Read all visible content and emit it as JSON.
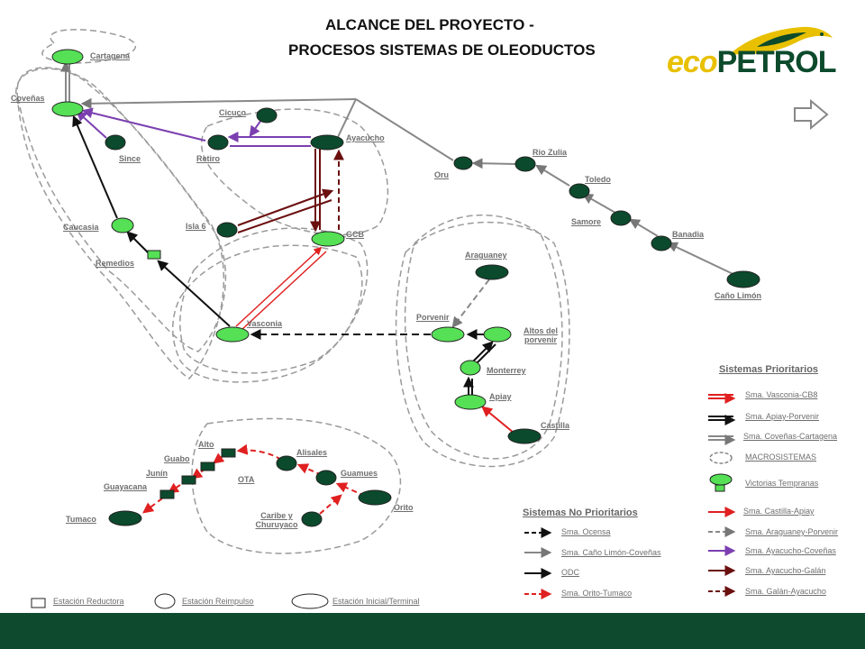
{
  "title": {
    "line1": "ALCANCE DEL PROYECTO -",
    "line2": "PROCESOS SISTEMAS DE OLEODUCTOS"
  },
  "logo": {
    "prefix": "eco",
    "suffix": "PETROL",
    "icon": "iguana-logo-icon"
  },
  "nav": {
    "icon": "next-arrow-icon"
  },
  "stations": {
    "cartagena": "Cartagena",
    "covenas": "Coveñas",
    "cicuco": "Cicuco",
    "ayacucho": "Ayacucho",
    "since": "Since",
    "retiro": "Retiro",
    "oru": "Oru",
    "rio_zulia": "Rio Zulia",
    "toledo": "Toledo",
    "samore": "Samore",
    "banadia": "Banadia",
    "cano_limon": "Caño Limón",
    "caucasia": "Caucasia",
    "isla6": "Isla 6",
    "gcb": "GCB",
    "remedios": "Remedios",
    "araguaney": "Araguaney",
    "porvenir": "Porvenir",
    "altos_porvenir": "Altos del porvenir",
    "vasconia": "Vasconia",
    "monterrey": "Monterrey",
    "apiay": "Apiay",
    "castilla": "Castilla",
    "alto": "Alto",
    "guabo": "Guabo",
    "alisales": "Alisales",
    "junin": "Junín",
    "ota": "OTA",
    "guamues": "Guamues",
    "guayacana": "Guayacana",
    "tumaco": "Tumaco",
    "caribe": "Caribe y Churuyaco",
    "orito": "Orito"
  },
  "legend_prioritarios": {
    "title": "Sistemas Prioritarios",
    "items": [
      {
        "label": "Sma. Vasconia-CB8",
        "color": "#e02020"
      },
      {
        "label": "Sma. Apiay-Porvenir",
        "color": "#111111"
      },
      {
        "label": "Sma. Coveñas-Cartagena",
        "color": "#888888"
      },
      {
        "label": "MACROSISTEMAS",
        "color": "#888888"
      },
      {
        "label": "Victorias Tempranas",
        "color": "#55e055"
      }
    ]
  },
  "legend_no_prioritarios": {
    "title": "Sistemas No Prioritarios",
    "left": [
      {
        "label": "Sma. Ocensa",
        "color": "#111111",
        "style": "dashed"
      },
      {
        "label": "Sma. Caño Limón-Coveñas",
        "color": "#888888",
        "style": "solid"
      },
      {
        "label": "ODC",
        "color": "#111111",
        "style": "solid"
      },
      {
        "label": "Sma. Orito-Tumaco",
        "color": "#e02020",
        "style": "dashed"
      }
    ],
    "right": [
      {
        "label": "Sma. Castilla-Apiay",
        "color": "#e02020",
        "style": "solid"
      },
      {
        "label": "Sma. Araguaney-Porvenir",
        "color": "#888888",
        "style": "dashed"
      },
      {
        "label": "Sma. Ayacucho-Coveñas",
        "color": "#7b3fb0",
        "style": "solid"
      },
      {
        "label": "Sma. Ayacucho-Galán",
        "color": "#6b0f0f",
        "style": "solid"
      },
      {
        "label": "Sma. Galán-Ayacucho",
        "color": "#6b0f0f",
        "style": "dashed"
      }
    ]
  },
  "legend_bottom": {
    "reductora": "Estación Reductora",
    "reimpulso": "Estación Reimpulso",
    "inicial": "Estación Inicial/Terminal"
  }
}
